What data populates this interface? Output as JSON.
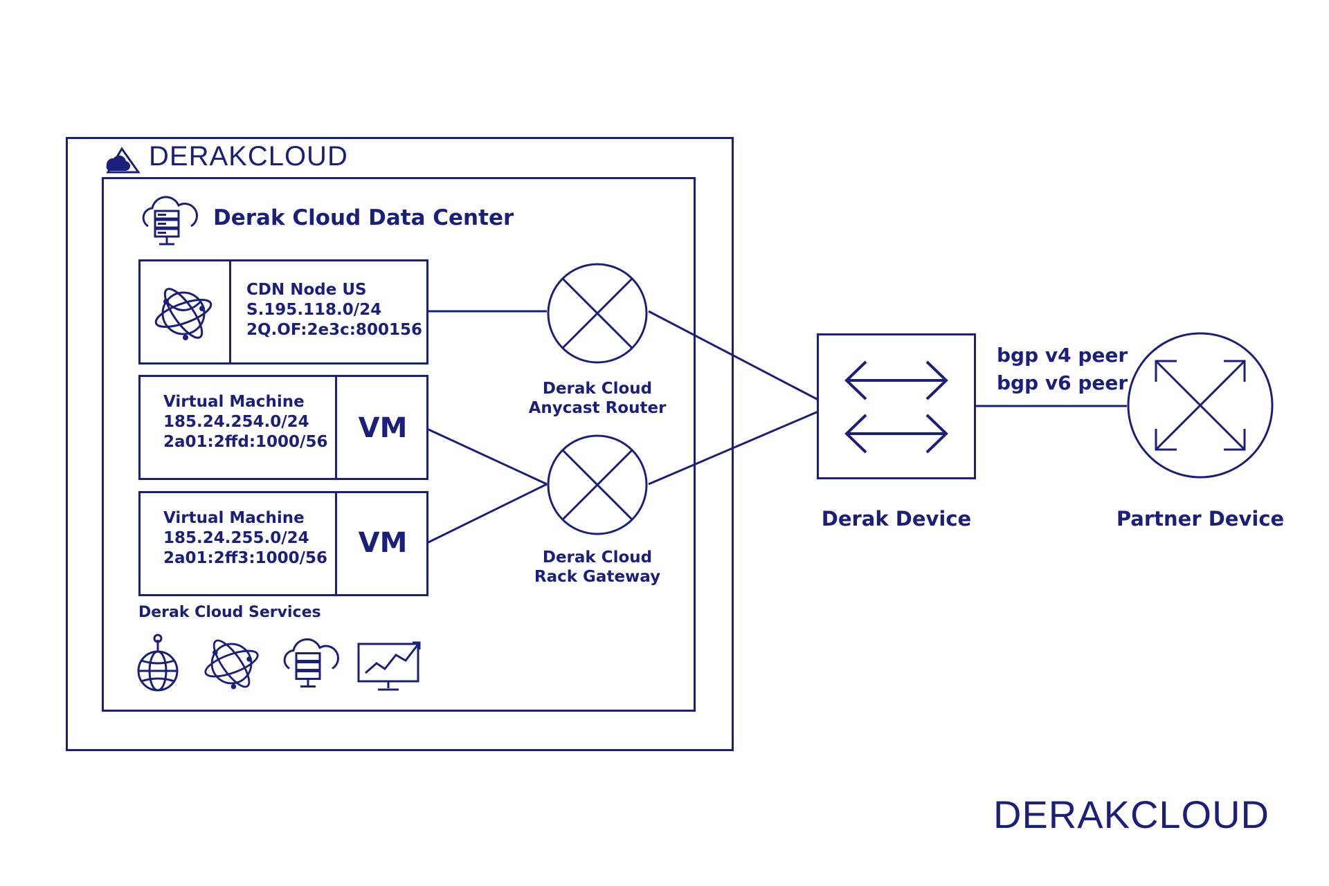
{
  "brand": {
    "name": "DERAKCLOUD"
  },
  "data_center": {
    "title": "Derak Cloud Data Center"
  },
  "nodes": {
    "cdn": {
      "lines": [
        "CDN Node US",
        "S.195.118.0/24",
        "2Q.OF:2e3c:800156"
      ],
      "icon": "globe-orbit-icon"
    },
    "vm1": {
      "lines": [
        "Virtual Machine",
        "185.24.254.0/24",
        "2a01:2ffd:1000/56"
      ],
      "tag": "VM"
    },
    "vm2": {
      "lines": [
        "Virtual Machine",
        "185.24.255.0/24",
        "2a01:2ff3:1000/56"
      ],
      "tag": "VM"
    }
  },
  "services": {
    "label": "Derak Cloud Services",
    "icons": [
      "globe-pin-icon",
      "globe-orbit-icon",
      "cloud-server-icon",
      "chart-monitor-icon"
    ]
  },
  "routers": {
    "anycast": {
      "line1": "Derak Cloud",
      "line2": "Anycast Router"
    },
    "rack": {
      "line1": "Derak Cloud",
      "line2": "Rack Gateway"
    }
  },
  "derak_device": {
    "label": "Derak Device"
  },
  "partner_device": {
    "label": "Partner Device"
  },
  "peering": {
    "line1": "bgp v4 peer",
    "line2": "bgp v6 peer"
  },
  "colors": {
    "primary": "#1a1f7a",
    "background": "#ffffff"
  }
}
